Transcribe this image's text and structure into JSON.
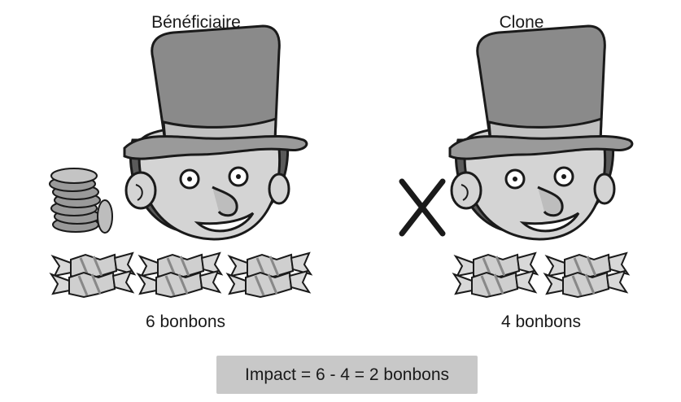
{
  "labels": {
    "beneficiary": "Bénéficiaire",
    "clone": "Clone",
    "beneficiary_candies": "6 bonbons",
    "clone_candies": "4 bonbons",
    "impact": "Impact = 6 - 4 = 2 bonbons"
  },
  "icons": {
    "character": "top-hat-man-icon",
    "coins": "coin-stack-icon",
    "cross": "x-mark-icon",
    "candy": "candy-pair-icon"
  },
  "colors": {
    "impact_box": "#c8c8c8",
    "hat": "#8a8a8a",
    "face": "#d4d4d4",
    "hair": "#5a5a5a",
    "outline": "#1a1a1a"
  }
}
